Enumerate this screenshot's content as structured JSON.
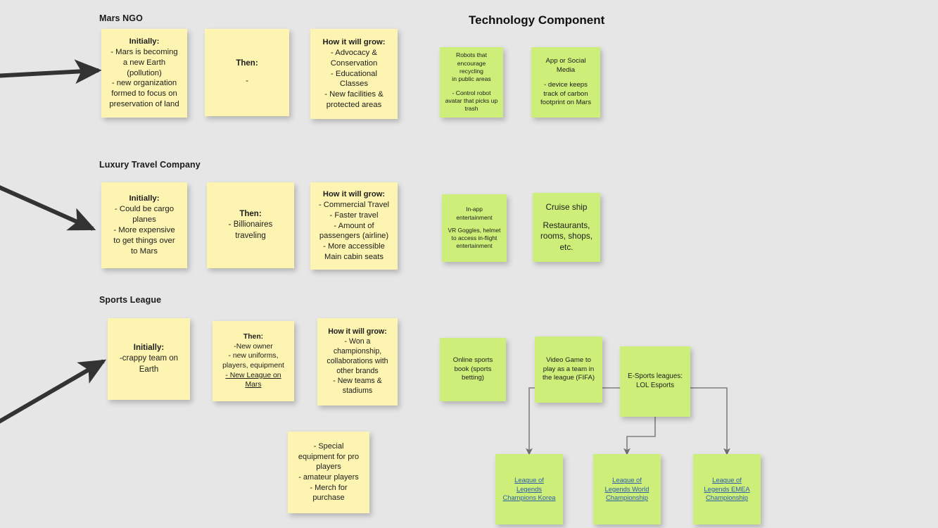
{
  "board": {
    "background_color": "#e6e6e6",
    "yellow_note_color": "#fcf4b0",
    "green_note_color": "#cdee78",
    "link_color": "#2c5fa8",
    "connector_color": "#808080",
    "arrow_color": "#333333"
  },
  "section_title": "Technology Component",
  "rows": [
    {
      "label": "Mars NGO"
    },
    {
      "label": "Luxury Travel Company"
    },
    {
      "label": "Sports League"
    }
  ],
  "notes": {
    "ngo_initially": {
      "heading": "Initially:",
      "lines": [
        "- Mars is becoming",
        "a new Earth",
        "(pollution)",
        "- new organization",
        "formed to focus on",
        "preservation of land"
      ]
    },
    "ngo_then": {
      "heading": "Then:",
      "lines": [
        "-"
      ]
    },
    "ngo_grow": {
      "heading": "How  it will grow:",
      "lines": [
        "- Advocacy &",
        "Conservation",
        "- Educational",
        "Classes",
        "- New facilities &",
        "protected areas"
      ]
    },
    "tech_robots": {
      "lines": [
        "Robots that",
        "encourage recycling",
        "in public areas",
        "",
        "- Control robot",
        "avatar that picks up",
        "trash"
      ]
    },
    "tech_app": {
      "lines": [
        "App or Social",
        "Media",
        "",
        "- device keeps",
        "track of carbon",
        "footprint on Mars"
      ]
    },
    "travel_initially": {
      "heading": "Initially:",
      "lines": [
        "- Could be cargo",
        "planes",
        "- More expensive",
        "to get things over",
        "to Mars"
      ]
    },
    "travel_then": {
      "heading": "Then:",
      "lines": [
        "- Billionaires",
        "traveling"
      ]
    },
    "travel_grow": {
      "heading": "How it will grow:",
      "lines": [
        "- Commercial Travel",
        "- Faster travel",
        "- Amount of",
        "passengers (airline)",
        "- More accessible",
        "Main cabin seats"
      ]
    },
    "travel_inapp": {
      "lines": [
        "In-app",
        "entertainment",
        "",
        "VR Goggles, helmet",
        "to access in-flight",
        "entertainment"
      ]
    },
    "travel_cruise": {
      "lines": [
        "Cruise ship",
        "",
        "Restaurants,",
        "rooms, shops,",
        "etc."
      ]
    },
    "sports_initially": {
      "heading": "Initially:",
      "lines": [
        "-crappy team on",
        "Earth"
      ]
    },
    "sports_then": {
      "heading": "Then:",
      "lines": [
        "-New owner",
        "- new uniforms,",
        "players, equipment"
      ],
      "underlined_tail": [
        "- New League on ",
        "Mars"
      ]
    },
    "sports_grow": {
      "heading": "How it will grow:",
      "lines": [
        "- Won a",
        "championship,",
        "collaborations with",
        "other brands",
        "- New teams &",
        "stadiums"
      ]
    },
    "sports_equipment": {
      "lines": [
        "- Special",
        "equipment for pro",
        "players",
        "- amateur players",
        "- Merch for",
        "purchase"
      ]
    },
    "sports_book": {
      "lines": [
        "Online sports",
        "book (sports",
        "betting)"
      ]
    },
    "sports_videogame": {
      "lines": [
        "Video Game to",
        "play as a team in",
        "the league (FIFA)"
      ]
    },
    "sports_esports": {
      "lines": [
        "E-Sports leagues:",
        "LOL Esports"
      ]
    },
    "link_korea": {
      "lines": [
        "League of ",
        "Legends ",
        "Champions Korea"
      ]
    },
    "link_worlds": {
      "lines": [
        "League of ",
        "Legends World ",
        "Championship"
      ]
    },
    "link_emea": {
      "lines": [
        "League of ",
        "Legends EMEA ",
        "Championship"
      ]
    }
  }
}
